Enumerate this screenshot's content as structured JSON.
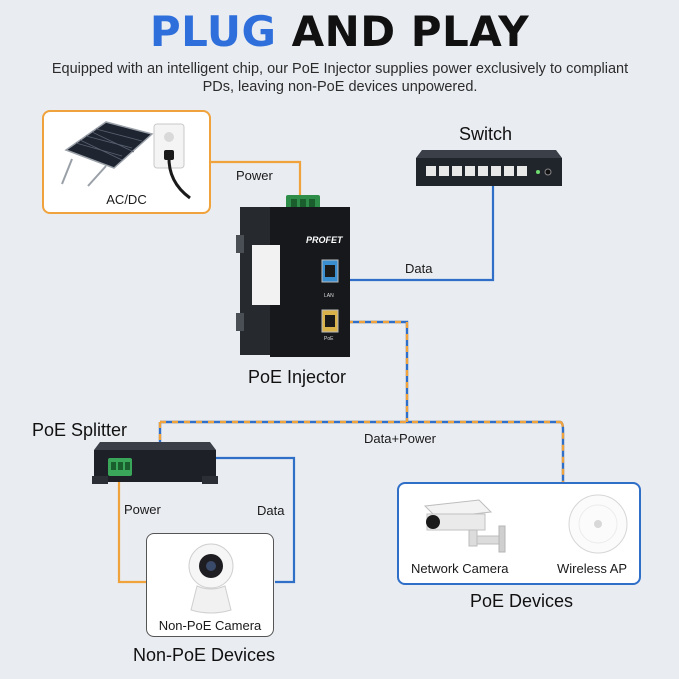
{
  "headline": {
    "word1": "PLUG",
    "word2": "AND PLAY"
  },
  "subtitle": "Equipped with an intelligent chip, our PoE Injector supplies power exclusively to compliant PDs, leaving non-PoE devices unpowered.",
  "power_source": {
    "label": "AC/DC"
  },
  "switch": {
    "title": "Switch"
  },
  "injector": {
    "title": "PoE Injector",
    "brand": "PROFET",
    "lan_port": "LAN",
    "poe_port": "PoE"
  },
  "splitter": {
    "title": "PoE Splitter"
  },
  "links": {
    "power_top": "Power",
    "data_top": "Data",
    "data_power": "Data+Power",
    "power_bottom": "Power",
    "data_bottom": "Data"
  },
  "non_poe": {
    "device_label": "Non-PoE Camera",
    "group_title": "Non-PoE Devices"
  },
  "poe_devices": {
    "camera_label": "Network Camera",
    "ap_label": "Wireless AP",
    "group_title": "PoE Devices"
  },
  "colors": {
    "accent_blue": "#2f6fdc",
    "power_orange": "#f0a23c",
    "data_blue": "#2f6fc8",
    "background": "#e9ecf1"
  }
}
